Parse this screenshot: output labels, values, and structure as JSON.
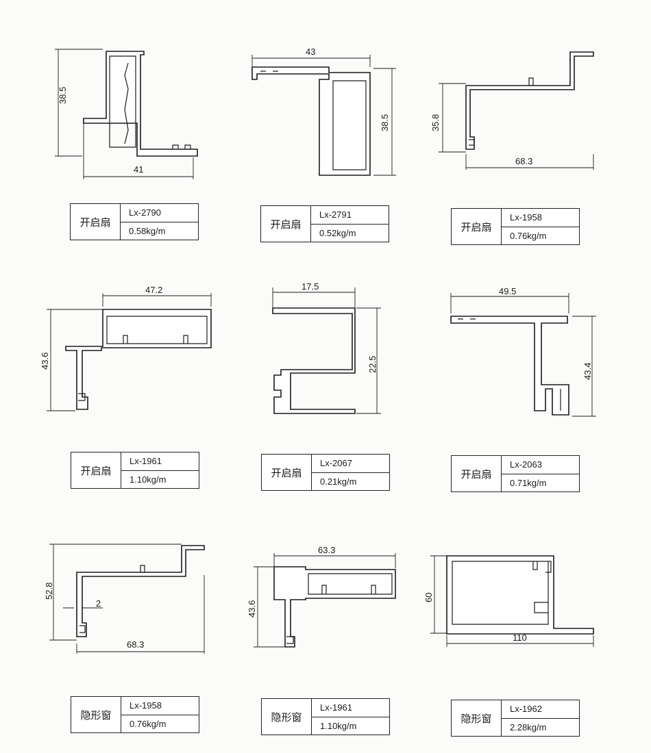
{
  "profiles": [
    {
      "type": "开启扇",
      "code": "Lx-2790",
      "weight": "0.58kg/m",
      "dims": [
        "38.5",
        "41"
      ]
    },
    {
      "type": "开启扇",
      "code": "Lx-2791",
      "weight": "0.52kg/m",
      "dims": [
        "43",
        "38.5"
      ]
    },
    {
      "type": "开启扇",
      "code": "Lx-1958",
      "weight": "0.76kg/m",
      "dims": [
        "35.8",
        "68.3"
      ]
    },
    {
      "type": "开启扇",
      "code": "Lx-1961",
      "weight": "1.10kg/m",
      "dims": [
        "47.2",
        "43.6"
      ]
    },
    {
      "type": "开启扇",
      "code": "Lx-2067",
      "weight": "0.21kg/m",
      "dims": [
        "17.5",
        "22.5"
      ]
    },
    {
      "type": "开启扇",
      "code": "Lx-2063",
      "weight": "0.71kg/m",
      "dims": [
        "49.5",
        "43.4"
      ]
    },
    {
      "type": "隐形窗",
      "code": "Lx-1958",
      "weight": "0.76kg/m",
      "dims": [
        "52.8",
        "2",
        "68.3"
      ]
    },
    {
      "type": "隐形窗",
      "code": "Lx-1961",
      "weight": "1.10kg/m",
      "dims": [
        "63.3",
        "43.6"
      ]
    },
    {
      "type": "隐形窗",
      "code": "Lx-1962",
      "weight": "2.28kg/m",
      "dims": [
        "60",
        "110"
      ]
    }
  ]
}
